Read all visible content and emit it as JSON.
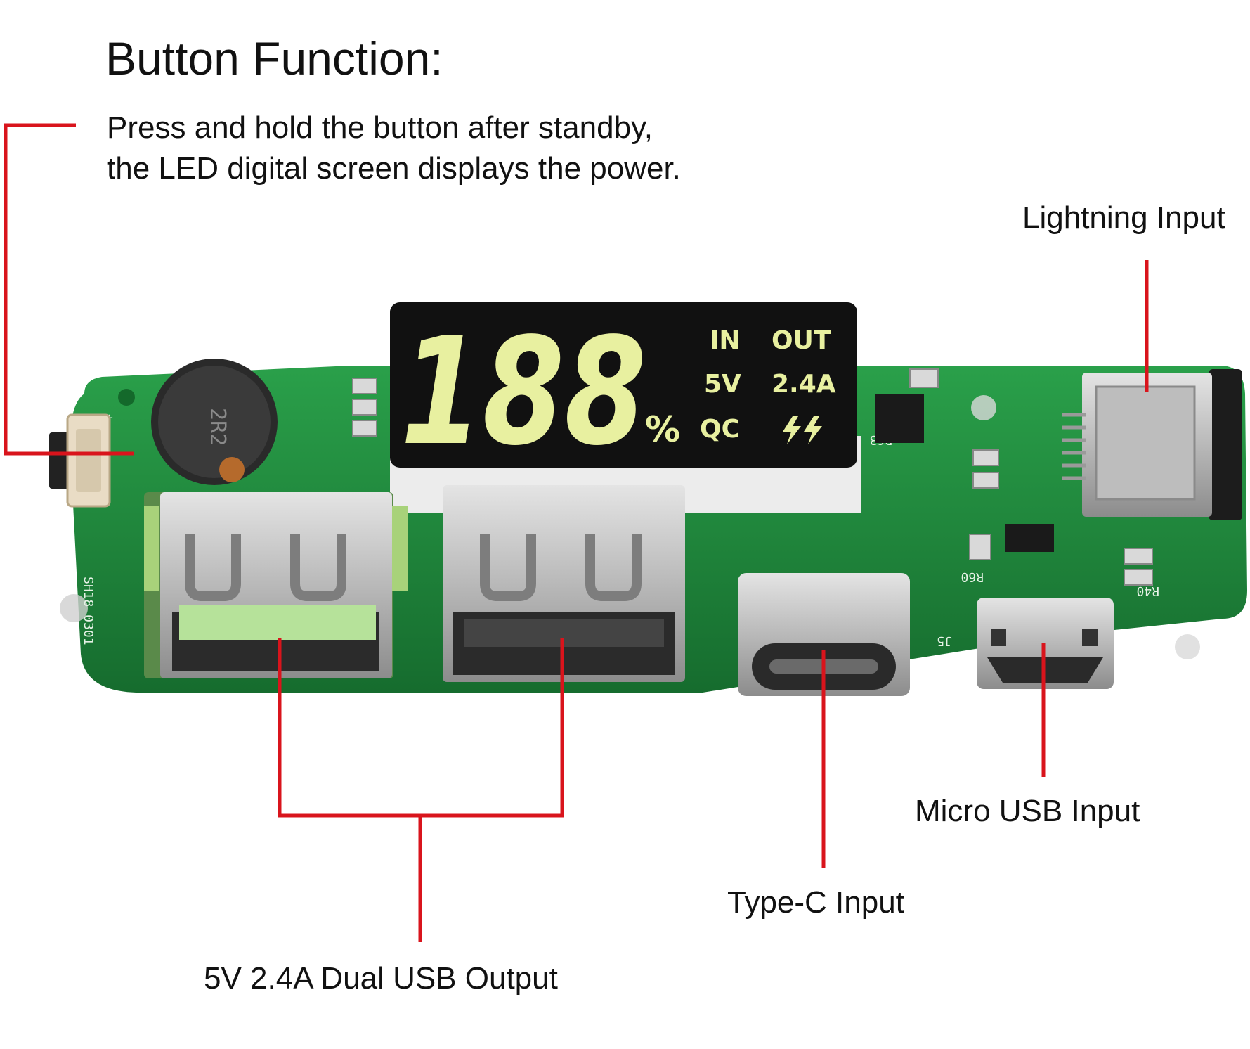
{
  "title": "Button Function:",
  "description": "Press and hold the button after standby,\nthe LED digital screen displays the power.",
  "labels": {
    "lightning": "Lightning Input",
    "usb_output": "5V 2.4A Dual USB Output",
    "type_c": "Type-C Input",
    "micro_usb": "Micro USB Input"
  },
  "display": {
    "digits": "188",
    "percent": "%",
    "in": "IN",
    "out": "OUT",
    "voltage": "5V",
    "current": "2.4A",
    "qc": "QC"
  },
  "colors": {
    "board": "#1f8a3c",
    "leader_line": "#d9141c",
    "led": "#e8f0a0",
    "display_bg": "#111111"
  }
}
